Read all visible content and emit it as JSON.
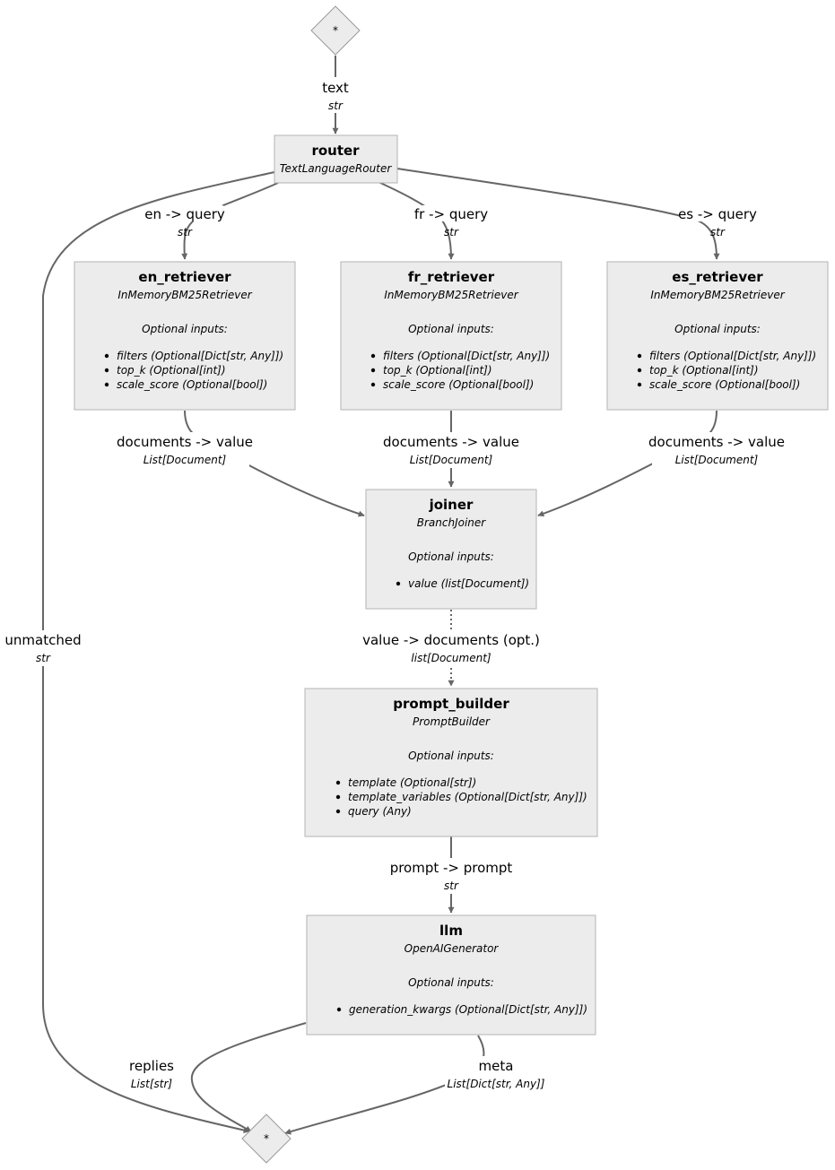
{
  "start": {
    "label": "*"
  },
  "end": {
    "label": "*"
  },
  "nodes": {
    "router": {
      "name": "router",
      "type": "TextLanguageRouter"
    },
    "en_retriever": {
      "name": "en_retriever",
      "type": "InMemoryBM25Retriever",
      "optional_header": "Optional inputs:",
      "inputs": [
        "filters (Optional[Dict[str, Any]])",
        "top_k (Optional[int])",
        "scale_score (Optional[bool])"
      ]
    },
    "fr_retriever": {
      "name": "fr_retriever",
      "type": "InMemoryBM25Retriever",
      "optional_header": "Optional inputs:",
      "inputs": [
        "filters (Optional[Dict[str, Any]])",
        "top_k (Optional[int])",
        "scale_score (Optional[bool])"
      ]
    },
    "es_retriever": {
      "name": "es_retriever",
      "type": "InMemoryBM25Retriever",
      "optional_header": "Optional inputs:",
      "inputs": [
        "filters (Optional[Dict[str, Any]])",
        "top_k (Optional[int])",
        "scale_score (Optional[bool])"
      ]
    },
    "joiner": {
      "name": "joiner",
      "type": "BranchJoiner",
      "optional_header": "Optional inputs:",
      "inputs": [
        "value (list[Document])"
      ]
    },
    "prompt_builder": {
      "name": "prompt_builder",
      "type": "PromptBuilder",
      "optional_header": "Optional inputs:",
      "inputs": [
        "template (Optional[str])",
        "template_variables (Optional[Dict[str, Any]])",
        "query (Any)"
      ]
    },
    "llm": {
      "name": "llm",
      "type": "OpenAIGenerator",
      "optional_header": "Optional inputs:",
      "inputs": [
        "generation_kwargs (Optional[Dict[str, Any]])"
      ]
    }
  },
  "edges": {
    "text": {
      "label": "text",
      "type": "str"
    },
    "en_query": {
      "label": "en -> query",
      "type": "str"
    },
    "fr_query": {
      "label": "fr -> query",
      "type": "str"
    },
    "es_query": {
      "label": "es -> query",
      "type": "str"
    },
    "unmatched": {
      "label": "unmatched",
      "type": "str"
    },
    "en_docs": {
      "label": "documents -> value",
      "type": "List[Document]"
    },
    "fr_docs": {
      "label": "documents -> value",
      "type": "List[Document]"
    },
    "es_docs": {
      "label": "documents -> value",
      "type": "List[Document]"
    },
    "joiner_value": {
      "label": "value -> documents (opt.)",
      "type": "list[Document]"
    },
    "prompt": {
      "label": "prompt -> prompt",
      "type": "str"
    },
    "replies": {
      "label": "replies",
      "type": "List[str]"
    },
    "meta": {
      "label": "meta",
      "type": "List[Dict[str, Any]]"
    }
  }
}
